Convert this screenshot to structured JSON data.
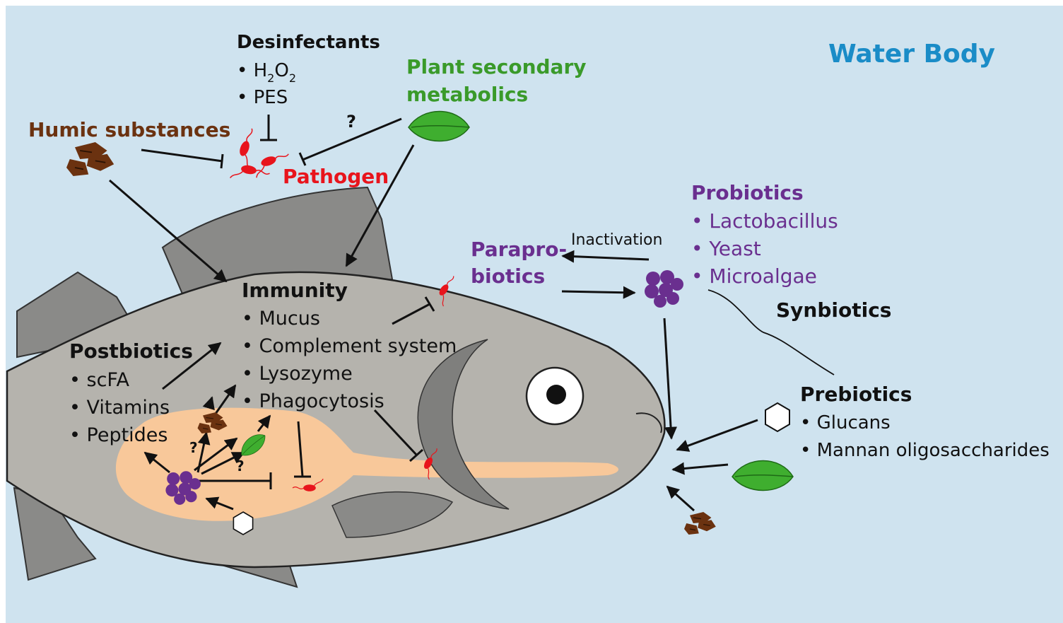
{
  "water_body": "Water Body",
  "desinfectants": {
    "title": "Desinfectants",
    "h2o2_h": "H",
    "h2o2_sub1": "2",
    "h2o2_o": "O",
    "h2o2_sub2": "2",
    "pes": "PES"
  },
  "plant": {
    "line1": "Plant secondary",
    "line2": "metabolics"
  },
  "humic": "Humic substances",
  "pathogen": "Pathogen",
  "question": "?",
  "probiotics": {
    "title": "Probiotics",
    "items": [
      "Lactobacillus",
      "Yeast",
      "Microalgae"
    ]
  },
  "inactivation": "Inactivation",
  "paraprobiotics": {
    "line1": "Parapro-",
    "line2": "biotics"
  },
  "synbiotics": "Synbiotics",
  "prebiotics": {
    "title": "Prebiotics",
    "items": [
      "Glucans",
      "Mannan oligosaccharides"
    ]
  },
  "immunity": {
    "title": "Immunity",
    "items": [
      "Mucus",
      "Complement system",
      "Lysozyme",
      "Phagocytosis"
    ]
  },
  "postbiotics": {
    "title": "Postbiotics",
    "items": [
      "scFA",
      "Vitamins",
      "Peptides"
    ]
  },
  "colors": {
    "background": "#cfe3ef",
    "water_title": "#1a8cc7",
    "humic": "#6b3210",
    "plant": "#3a9a2a",
    "pathogen": "#e8141c",
    "probiotic": "#6a2f8f",
    "fish_body": "#b5b3ad",
    "fish_fin": "#8a8a88",
    "gut": "#f8c89a",
    "text": "#111111"
  },
  "icons": [
    "leaf-icon",
    "humic-icon",
    "pathogen-icon",
    "probiotic-cluster-icon",
    "prebiotic-hexagon-icon"
  ]
}
